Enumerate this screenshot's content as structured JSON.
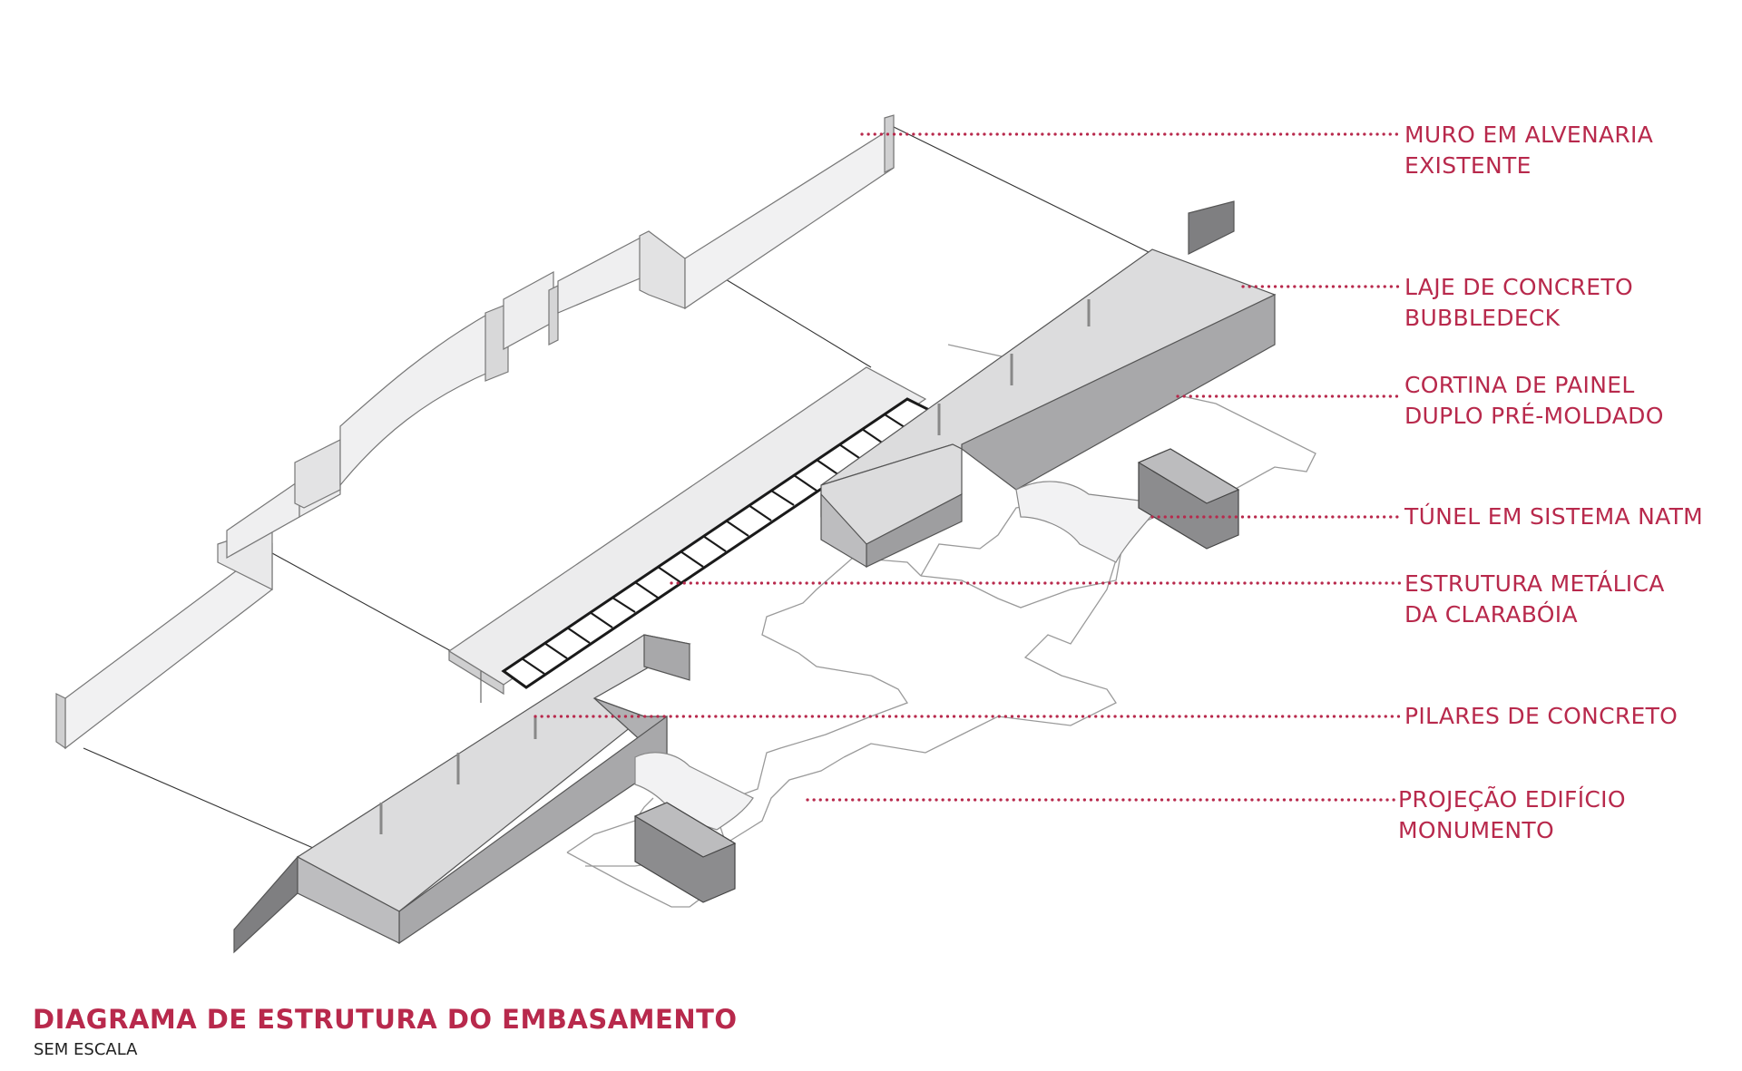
{
  "diagram": {
    "title": "DIAGRAMA DE ESTRUTURA DO EMBASAMENTO",
    "subtitle": "SEM ESCALA",
    "colors": {
      "accent": "#b8294c",
      "slab_top": "#dcdcdd",
      "slab_side": "#a8a8aa",
      "wall": "#ececed",
      "outline": "#555555"
    },
    "labels": [
      {
        "id": "muro",
        "lines": [
          "MURO EM ALVENARIA",
          "EXISTENTE"
        ]
      },
      {
        "id": "laje",
        "lines": [
          "LAJE DE CONCRETO",
          "BUBBLEDECK"
        ]
      },
      {
        "id": "cortina",
        "lines": [
          "CORTINA DE PAINEL",
          "DUPLO PRÉ-MOLDADO"
        ]
      },
      {
        "id": "tunel",
        "lines": [
          "TÚNEL EM SISTEMA NATM"
        ]
      },
      {
        "id": "estrutura",
        "lines": [
          "ESTRUTURA METÁLICA",
          "DA CLARABÓIA"
        ]
      },
      {
        "id": "pilares",
        "lines": [
          "PILARES DE CONCRETO"
        ]
      },
      {
        "id": "projecao",
        "lines": [
          "PROJEÇÃO EDIFÍCIO",
          "MONUMENTO"
        ]
      }
    ]
  }
}
